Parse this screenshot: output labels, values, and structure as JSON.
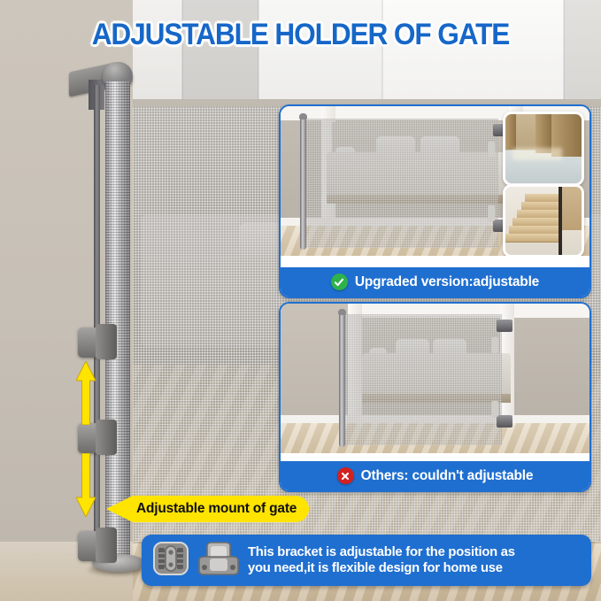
{
  "title": "ADJUSTABLE HOLDER OF GATE",
  "brand_colors": {
    "blue": "#1f6fd0",
    "title_blue": "#1667c8",
    "yellow": "#ffe400",
    "green": "#2eb24c",
    "red": "#d32121",
    "grey_hardware": "#8a898d"
  },
  "comparison": {
    "panels": [
      {
        "id": "upgraded",
        "label": "Upgraded version:adjustable",
        "badge": "check-icon",
        "badge_color": "#2eb24c",
        "scene": "bedroom-doorway-wide-gate",
        "thumbs": [
          {
            "name": "hallway-thumb",
            "caption": ""
          },
          {
            "name": "staircase-thumb",
            "caption": ""
          }
        ]
      },
      {
        "id": "others",
        "label": "Others: couldn't adjustable",
        "badge": "cross-icon",
        "badge_color": "#d32121",
        "scene": "bedroom-doorway-narrow-gate",
        "thumbs": []
      }
    ]
  },
  "callout": {
    "text": "Adjustable mount of gate",
    "arrow_direction": "left",
    "up_arrow": "arrow-up-icon",
    "down_arrow": "arrow-down-icon"
  },
  "info_bar": {
    "line1": "This bracket is adjustable for the position as",
    "line2": "you need,it is flexible design for home use",
    "icons": [
      "bracket-clamp-icon",
      "bracket-wall-plate-icon"
    ]
  }
}
